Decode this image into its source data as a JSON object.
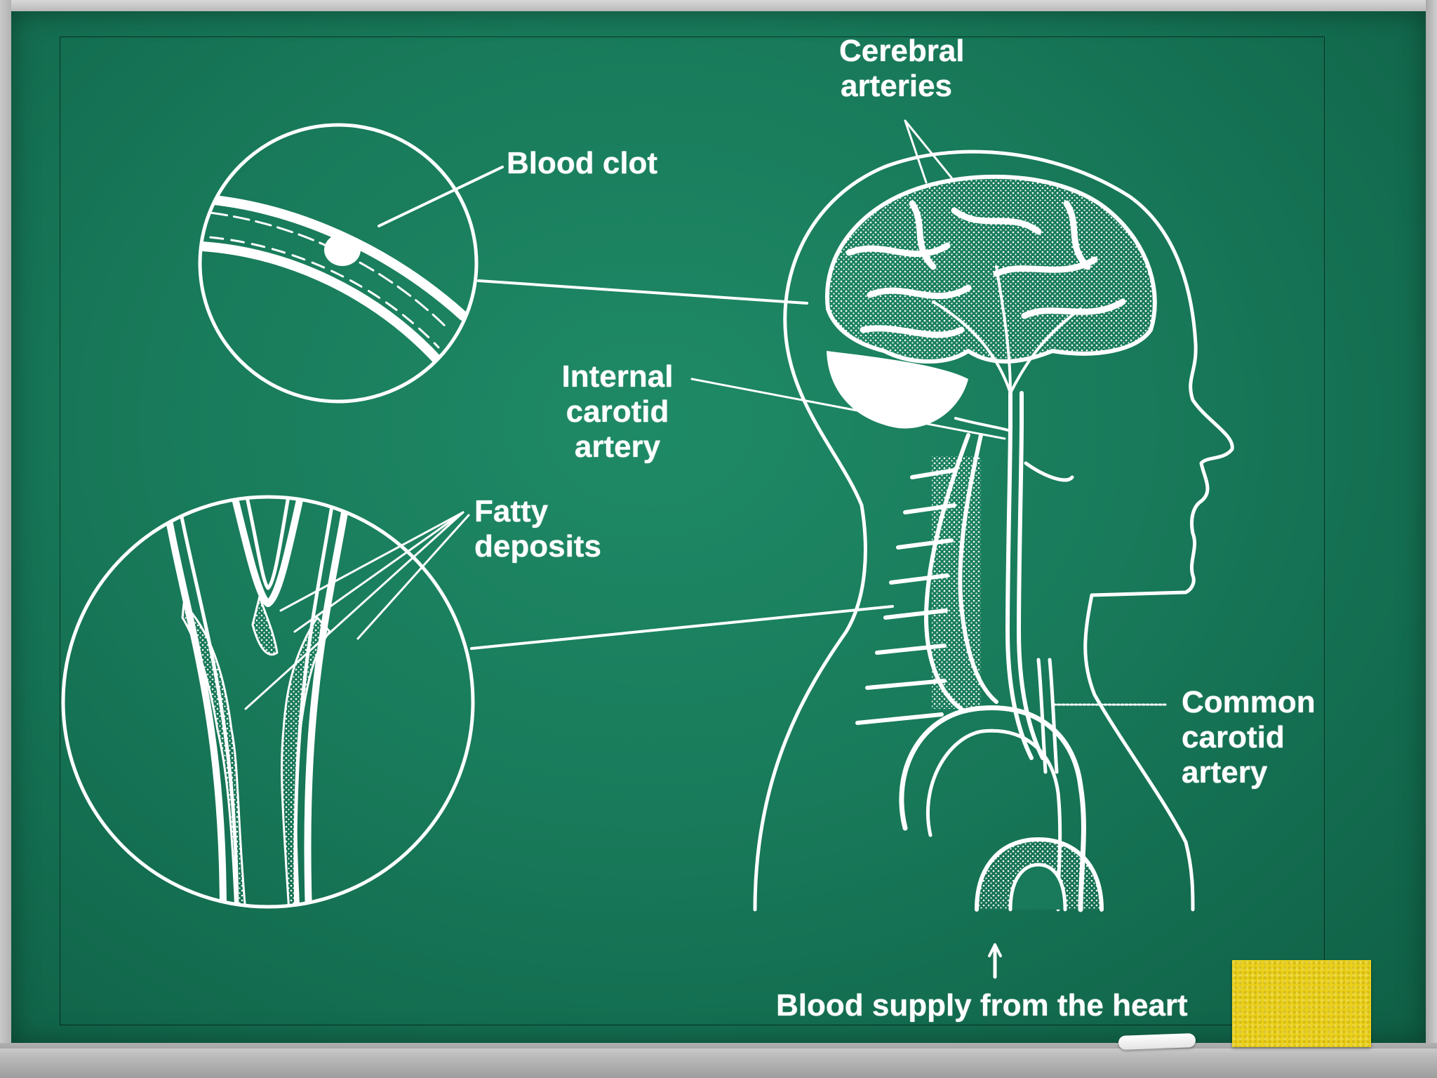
{
  "labels": {
    "cerebral_arteries": [
      "Cerebral",
      "arteries"
    ],
    "blood_clot": "Blood clot",
    "internal_carotid_artery": [
      "Internal",
      "carotid",
      "artery"
    ],
    "fatty_deposits": [
      "Fatty",
      "deposits"
    ],
    "common_carotid_artery": [
      "Common",
      "carotid",
      "artery"
    ],
    "blood_supply": "Blood supply from the heart"
  },
  "colors": {
    "board": "#187a5a",
    "chalk_line": "#ffffff",
    "eraser": "#ecd21a",
    "frame": "#bdbdbd"
  },
  "icons": [
    "chalk-icon",
    "eraser-icon"
  ]
}
